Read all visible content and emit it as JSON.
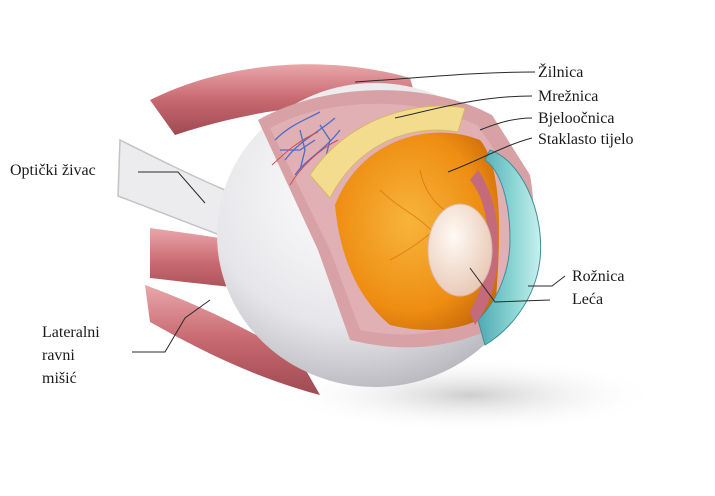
{
  "labels": {
    "zilnica": "Žilnica",
    "mreznica": "Mrežnica",
    "bjeloocnica": "Bjeloočnica",
    "staklasto": "Staklasto tijelo",
    "opticki": "Optički živac",
    "roznica": "Rožnica",
    "leca": "Leća",
    "lateralni_1": "Lateralni",
    "lateralni_2": "ravni",
    "lateralni_3": "mišić"
  },
  "colors": {
    "sclera": "#e9e9ec",
    "muscle": "#c9747a",
    "choroid": "#d9a0a8",
    "vessel": "#5a74c8",
    "retina": "#f4dd93",
    "vitreous": "#f09a1c",
    "lens": "#f3e0d4",
    "cornea": "#6fc6c8"
  }
}
